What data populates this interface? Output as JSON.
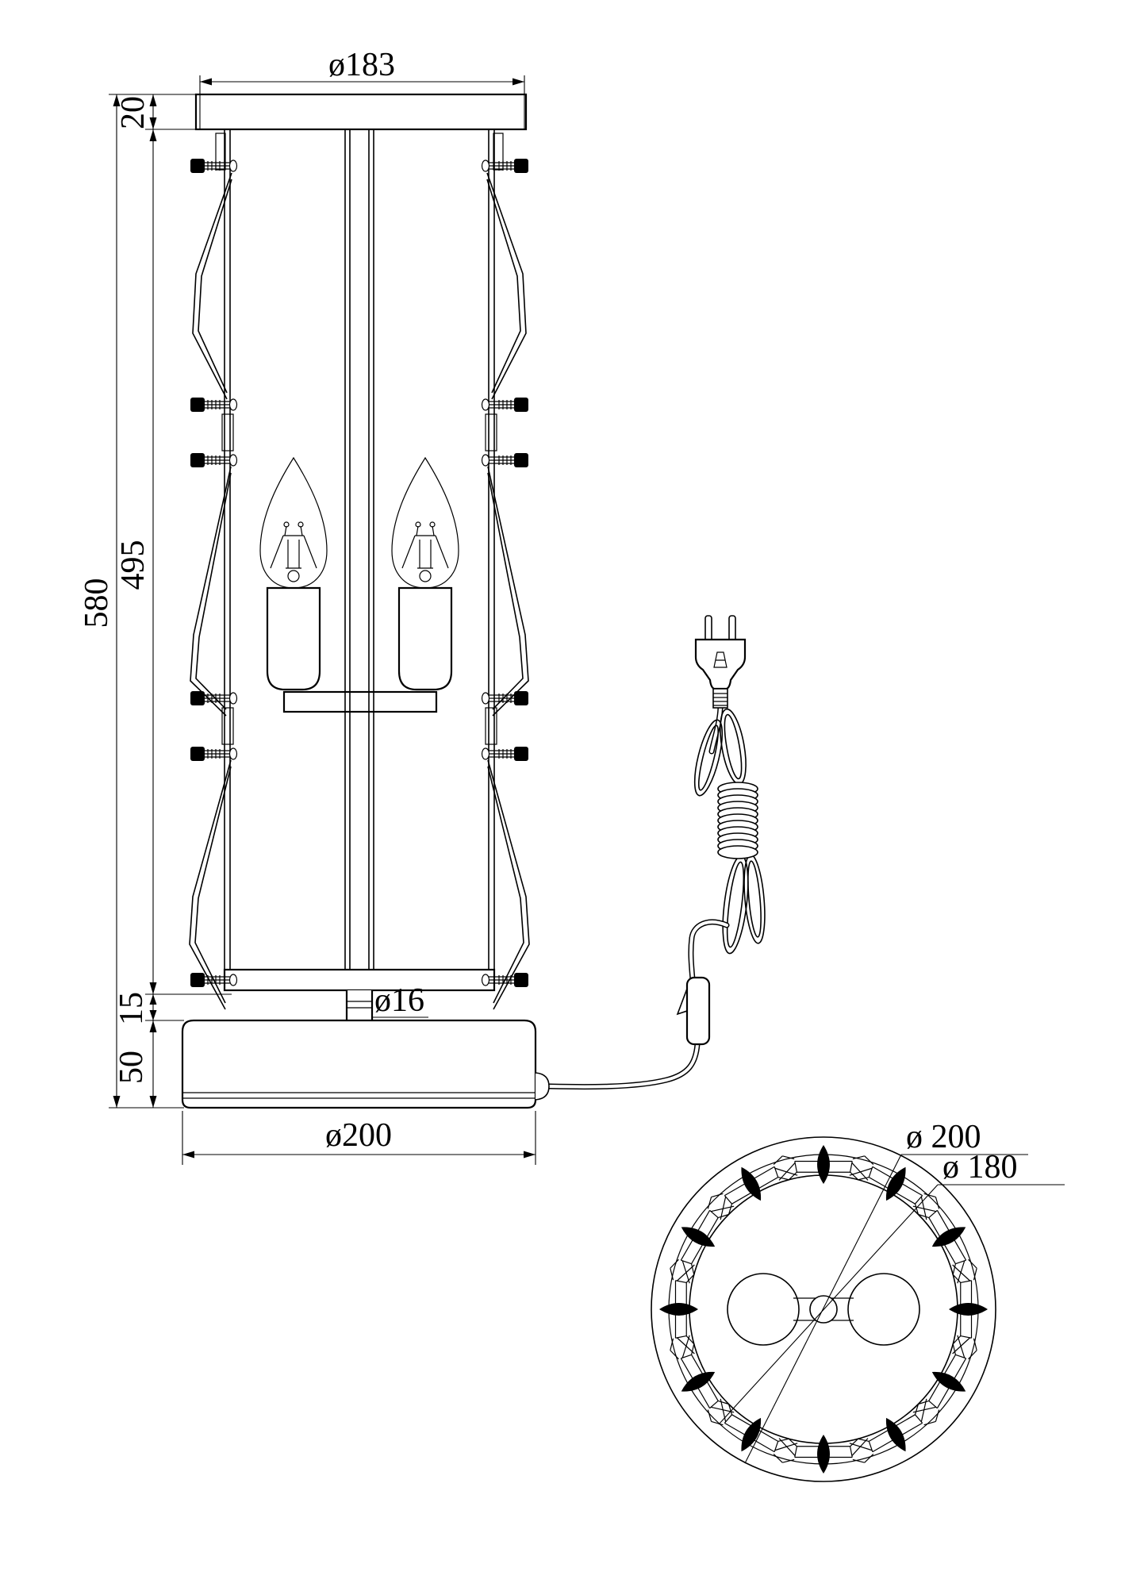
{
  "front_view": {
    "dimensions": {
      "top_diameter": "ø183",
      "top_plate_thickness": "20",
      "total_height": "580",
      "lantern_height": "495",
      "neck_height": "15",
      "base_height": "50",
      "stem_diameter": "ø16",
      "base_diameter": "ø200"
    }
  },
  "plan_view": {
    "dimensions": {
      "outer_diameter": "ø 200",
      "crystal_ring_diameter": "ø 180"
    }
  }
}
